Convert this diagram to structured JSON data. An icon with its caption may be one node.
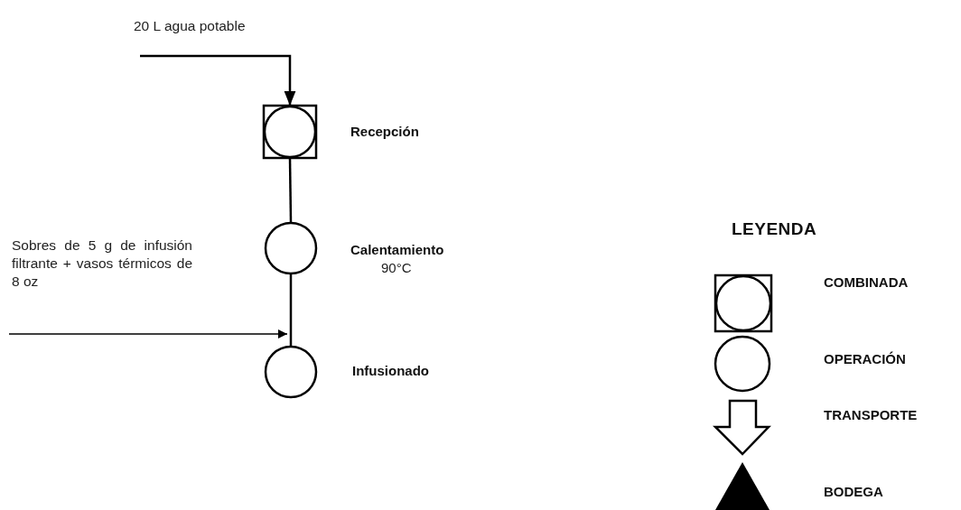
{
  "diagram": {
    "nodes": [
      {
        "text": [],
        "shape": "box",
        "beside": [
          "Recepción"
        ]
      },
      {
        "text": [],
        "shape": "circle",
        "beside": [
          "Calentamiento",
          "90°C"
        ]
      },
      {
        "text": [],
        "shape": "circle",
        "beside": [
          "Infusionado"
        ]
      }
    ],
    "edges": [
      {
        "from": null,
        "to": 0,
        "arrow": "to",
        "label": "20 L agua potable"
      },
      {
        "from": 0,
        "to": 1,
        "arrow": "none"
      },
      {
        "from": 1,
        "to": 2,
        "arrow": "none"
      },
      {
        "from": null,
        "to": 2,
        "arrow": "to",
        "label": "Sobres de 5 g de infusión filtrante + vasos térmicos de 8 oz"
      }
    ],
    "labels": [
      "LEYENDA"
    ],
    "legend": [
      {
        "text": "COMBINADA"
      },
      {
        "text": "OPERACIÓN"
      },
      {
        "text": "TRANSPORTE"
      },
      {
        "text": "BODEGA"
      }
    ]
  }
}
